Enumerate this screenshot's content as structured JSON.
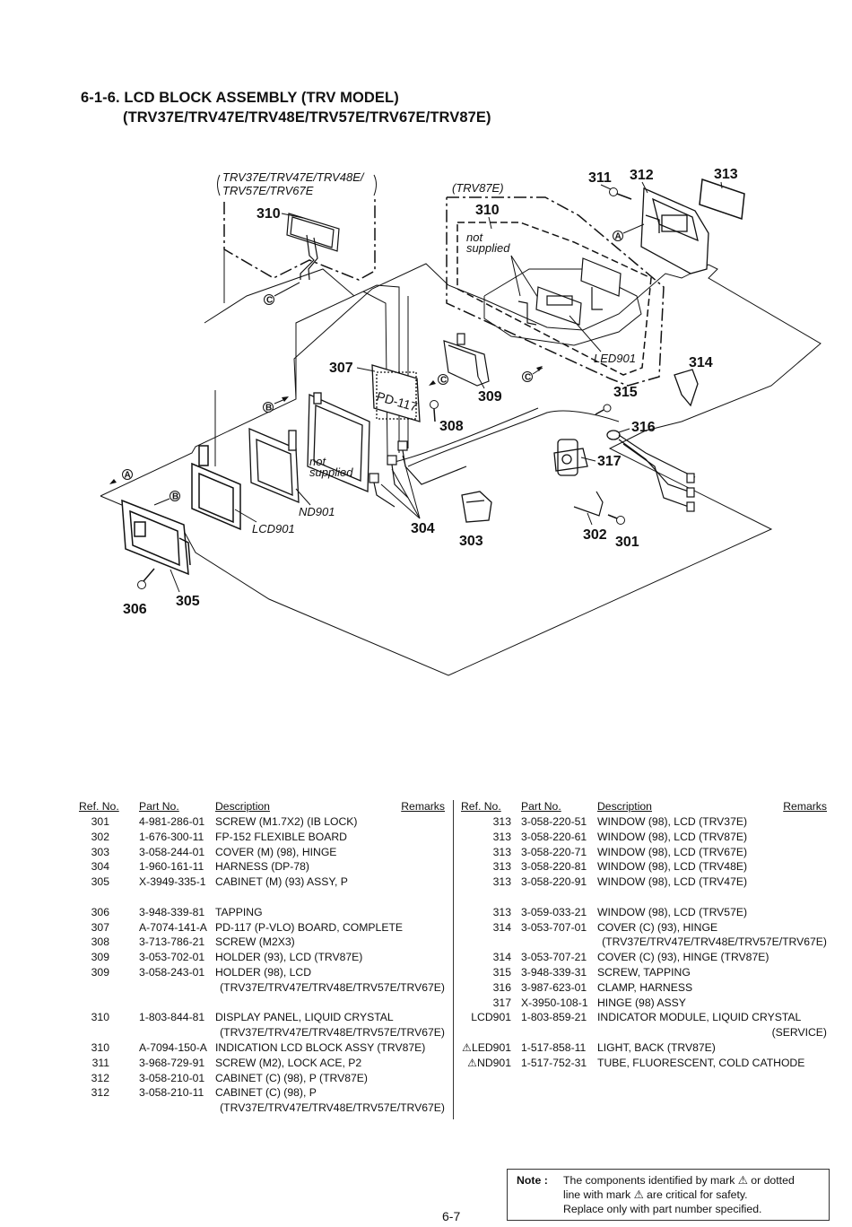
{
  "title": {
    "line1": "6-1-6. LCD BLOCK ASSEMBLY (TRV MODEL)",
    "line2": "(TRV37E/TRV47E/TRV48E/TRV57E/TRV67E/TRV87E)"
  },
  "diagram": {
    "model_group_1_line1": "TRV37E/TRV47E/TRV48E/",
    "model_group_1_line2": "TRV57E/TRV67E",
    "model_group_2": "(TRV87E)",
    "not_supplied_1a": "not",
    "not_supplied_1b": "supplied",
    "not_supplied_2a": "not",
    "not_supplied_2b": "supplied",
    "board_label": "PD-117",
    "parts": {
      "p301": "301",
      "p302": "302",
      "p303": "303",
      "p304": "304",
      "p305": "305",
      "p306": "306",
      "p307": "307",
      "p308": "308",
      "p309": "309",
      "p310a": "310",
      "p310b": "310",
      "p311": "311",
      "p312": "312",
      "p313": "313",
      "p314": "314",
      "p315": "315",
      "p316": "316",
      "p317": "317"
    },
    "refs": {
      "led901": "LED901",
      "nd901": "ND901",
      "lcd901": "LCD901"
    },
    "connectors": {
      "a": "A",
      "b": "B",
      "c": "C"
    }
  },
  "table": {
    "headers": {
      "ref": "Ref. No.",
      "part": "Part No.",
      "desc": "Description",
      "remarks": "Remarks"
    },
    "left": [
      {
        "ref": "301",
        "part": "4-981-286-01",
        "desc": "SCREW (M1.7X2) (IB LOCK)"
      },
      {
        "ref": "302",
        "part": "1-676-300-11",
        "desc": "FP-152 FLEXIBLE BOARD"
      },
      {
        "ref": "303",
        "part": "3-058-244-01",
        "desc": "COVER (M) (98), HINGE"
      },
      {
        "ref": "304",
        "part": "1-960-161-11",
        "desc": "HARNESS (DP-78)"
      },
      {
        "ref": "305",
        "part": "X-3949-335-1",
        "desc": "CABINET (M) (93) ASSY, P"
      },
      {
        "ref": "306",
        "part": "3-948-339-81",
        "desc": "TAPPING"
      },
      {
        "ref": "307",
        "part": "A-7074-141-A",
        "desc": "PD-117 (P-VLO) BOARD, COMPLETE"
      },
      {
        "ref": "308",
        "part": "3-713-786-21",
        "desc": "SCREW (M2X3)"
      },
      {
        "ref": "309",
        "part": "3-053-702-01",
        "desc": "HOLDER (93), LCD (TRV87E)"
      },
      {
        "ref": "309",
        "part": "3-058-243-01",
        "desc": "HOLDER (98), LCD"
      },
      {
        "sub": "(TRV37E/TRV47E/TRV48E/TRV57E/TRV67E)"
      },
      {
        "ref": "310",
        "part": "1-803-844-81",
        "desc": "DISPLAY PANEL, LIQUID CRYSTAL"
      },
      {
        "sub": "(TRV37E/TRV47E/TRV48E/TRV57E/TRV67E)"
      },
      {
        "ref": "310",
        "part": "A-7094-150-A",
        "desc": "INDICATION LCD BLOCK ASSY (TRV87E)"
      },
      {
        "ref": "311",
        "part": "3-968-729-91",
        "desc": "SCREW (M2), LOCK ACE, P2"
      },
      {
        "ref": "312",
        "part": "3-058-210-01",
        "desc": "CABINET (C) (98), P (TRV87E)"
      },
      {
        "ref": "312",
        "part": "3-058-210-11",
        "desc": "CABINET (C) (98), P"
      },
      {
        "sub": "(TRV37E/TRV47E/TRV48E/TRV57E/TRV67E)"
      }
    ],
    "right": [
      {
        "ref": "313",
        "part": "3-058-220-51",
        "desc": "WINDOW (98), LCD (TRV37E)"
      },
      {
        "ref": "313",
        "part": "3-058-220-61",
        "desc": "WINDOW (98), LCD (TRV87E)"
      },
      {
        "ref": "313",
        "part": "3-058-220-71",
        "desc": "WINDOW (98), LCD (TRV67E)"
      },
      {
        "ref": "313",
        "part": "3-058-220-81",
        "desc": "WINDOW (98), LCD (TRV48E)"
      },
      {
        "ref": "313",
        "part": "3-058-220-91",
        "desc": "WINDOW (98), LCD (TRV47E)"
      },
      {
        "ref": "313",
        "part": "3-059-033-21",
        "desc": "WINDOW (98), LCD (TRV57E)"
      },
      {
        "ref": "314",
        "part": "3-053-707-01",
        "desc": "COVER (C) (93), HINGE"
      },
      {
        "sub": "(TRV37E/TRV47E/TRV48E/TRV57E/TRV67E)"
      },
      {
        "ref": "314",
        "part": "3-053-707-21",
        "desc": "COVER (C) (93), HINGE (TRV87E)"
      },
      {
        "ref": "315",
        "part": "3-948-339-31",
        "desc": "SCREW, TAPPING"
      },
      {
        "ref": "316",
        "part": "3-987-623-01",
        "desc": "CLAMP, HARNESS"
      },
      {
        "ref": "317",
        "part": "X-3950-108-1",
        "desc": "HINGE (98) ASSY"
      },
      {
        "ref": "LCD901",
        "part": "1-803-859-21",
        "desc": "INDICATOR MODULE, LIQUID CRYSTAL"
      },
      {
        "sub": "(SERVICE)"
      },
      {
        "ref": "⚠LED901",
        "part": "1-517-858-11",
        "desc": "LIGHT, BACK (TRV87E)"
      },
      {
        "ref": "⚠ND901",
        "part": "1-517-752-31",
        "desc": "TUBE, FLUORESCENT, COLD CATHODE"
      }
    ]
  },
  "note": {
    "label": "Note :",
    "line1": "The components identified by mark ⚠ or dotted",
    "line2": "line with mark ⚠ are critical for safety.",
    "line3": "Replace only with part number specified."
  },
  "page_number": "6-7"
}
